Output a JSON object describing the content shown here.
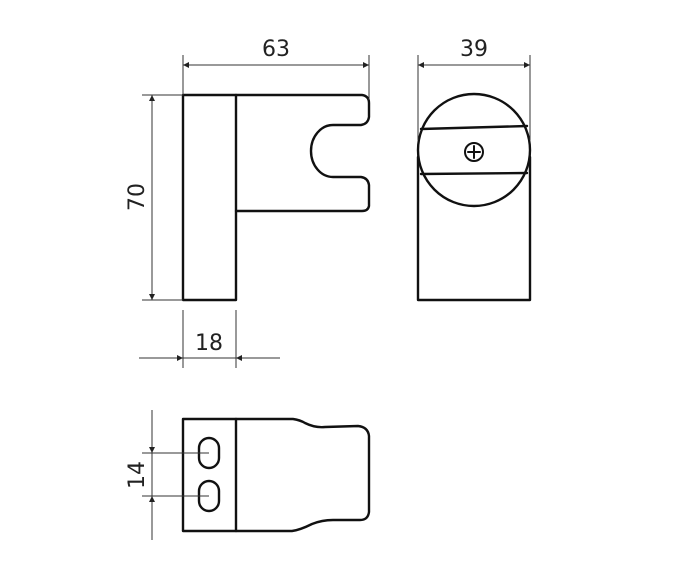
{
  "dimensions": {
    "width_side": "63",
    "width_front": "39",
    "height_side": "70",
    "depth_base": "18",
    "hole_spacing": "14"
  },
  "colors": {
    "line": "#111111",
    "dimension": "#333333",
    "background": "#ffffff"
  },
  "icons": {
    "screw": "phillips-screw-icon"
  }
}
